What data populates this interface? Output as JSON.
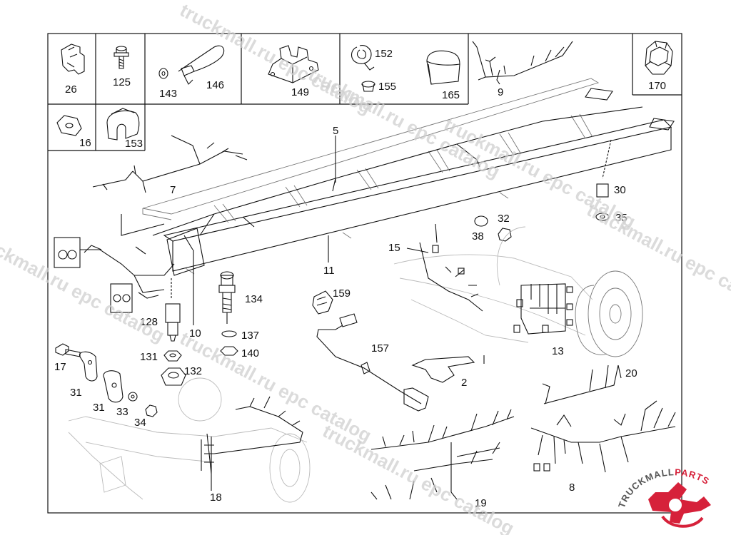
{
  "watermark_text": "truckmall.ru epc catalog",
  "brand": {
    "name_part1": "TRUCKMALL",
    "name_part2": "PARTS",
    "color_dark": "#555555",
    "color_accent": "#d6213a"
  },
  "parts_box": {
    "p26": "26",
    "p125": "125",
    "p143": "143",
    "p146": "146",
    "p149": "149",
    "p152": "152",
    "p155": "155",
    "p165": "165",
    "p9": "9",
    "p170": "170",
    "p16": "16",
    "p153": "153"
  },
  "callouts": {
    "c5": "5",
    "c7": "7",
    "c30": "30",
    "c32": "32",
    "c35": "35",
    "c38": "38",
    "c15": "15",
    "c11": "11",
    "c134": "134",
    "c159": "159",
    "c128": "128",
    "c10": "10",
    "c137": "137",
    "c140": "140",
    "c157": "157",
    "c131": "131",
    "c132": "132",
    "c17": "17",
    "c13": "13",
    "c2": "2",
    "c20": "20",
    "c31a": "31",
    "c31b": "31",
    "c33": "33",
    "c34": "34",
    "c18": "18",
    "c19": "19",
    "c8": "8"
  }
}
